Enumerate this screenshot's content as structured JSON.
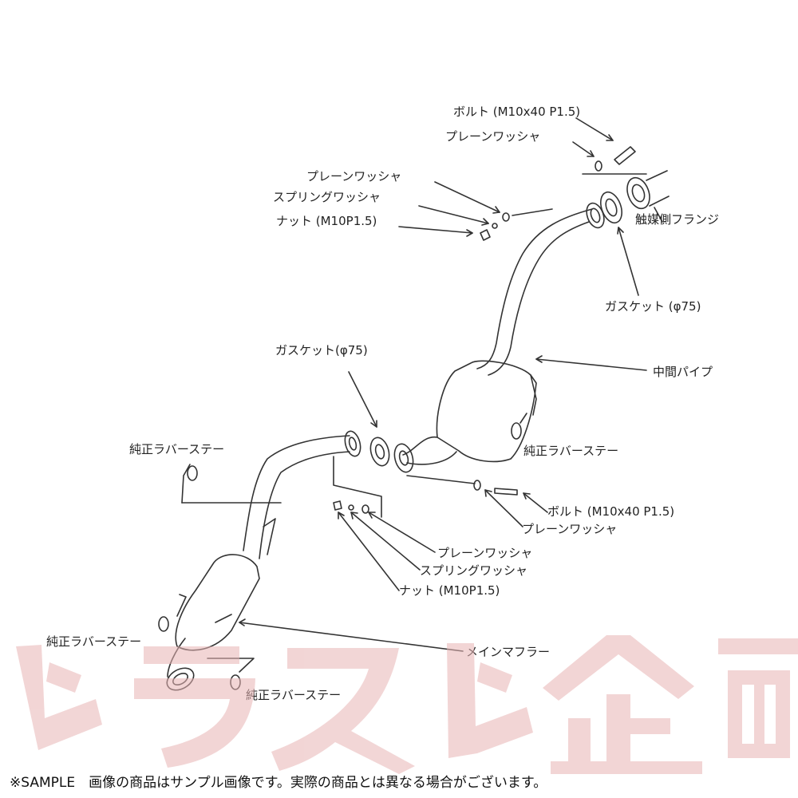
{
  "labels": {
    "bolt_top": "ボルト (M10x40  P1.5)",
    "plain_washer_top": "プレーンワッシャ",
    "plain_washer_left": "プレーンワッシャ",
    "spring_washer_left": "スプリングワッシャ",
    "nut_left": "ナット (M10P1.5)",
    "cat_flange": "触媒側フランジ",
    "gasket_right": "ガスケット (φ75)",
    "gasket_mid": "ガスケット(φ75)",
    "mid_pipe": "中間パイプ",
    "rubber_stay_left": "純正ラバーステー",
    "rubber_stay_mid": "純正ラバーステー",
    "bolt_mid": "ボルト (M10x40  P1.5)",
    "plain_washer_mid": "プレーンワッシャ",
    "plain_washer_low": "プレーンワッシャ",
    "spring_washer_low": "スプリングワッシャ",
    "nut_low": "ナット (M10P1.5)",
    "main_muffler": "メインマフラー",
    "rubber_stay_bottom_left": "純正ラバーステー",
    "rubber_stay_bottom": "純正ラバーステー"
  },
  "watermark": "トラスト企画",
  "footer": "※SAMPLE　画像の商品はサンプル画像です。実際の商品とは異なる場合がございます。"
}
